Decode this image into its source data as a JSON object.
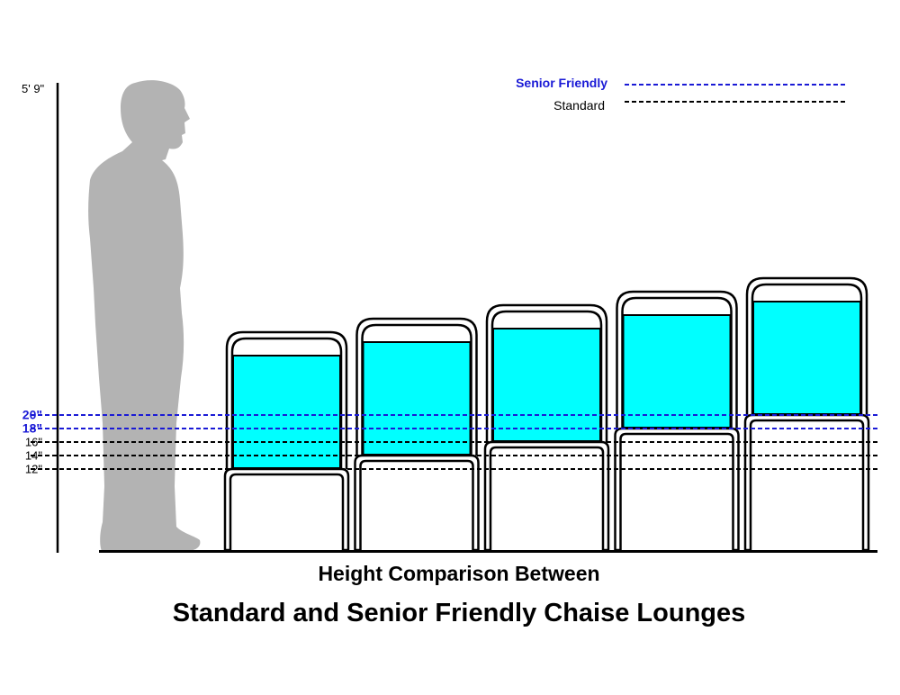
{
  "axis": {
    "height_label": "5' 9\"",
    "ticks": [
      {
        "label": "20\"",
        "inches": 20,
        "kind": "senior"
      },
      {
        "label": "18\"",
        "inches": 18,
        "kind": "senior"
      },
      {
        "label": "16\"",
        "inches": 16,
        "kind": "standard"
      },
      {
        "label": "14\"",
        "inches": 14,
        "kind": "standard"
      },
      {
        "label": "12\"",
        "inches": 12,
        "kind": "standard"
      }
    ]
  },
  "legend": {
    "senior_label": "Senior Friendly",
    "standard_label": "Standard"
  },
  "lounges": [
    {
      "seat_height_in": 12
    },
    {
      "seat_height_in": 14
    },
    {
      "seat_height_in": 16
    },
    {
      "seat_height_in": 18
    },
    {
      "seat_height_in": 20
    }
  ],
  "colors": {
    "senior": "#1a1ad6",
    "standard": "#000000",
    "cushion": "#00ffff",
    "silhouette": "#b3b3b3",
    "frame": "#000000"
  },
  "caption": {
    "line1": "Height Comparison Between",
    "line2": "Standard and Senior Friendly Chaise Lounges"
  }
}
